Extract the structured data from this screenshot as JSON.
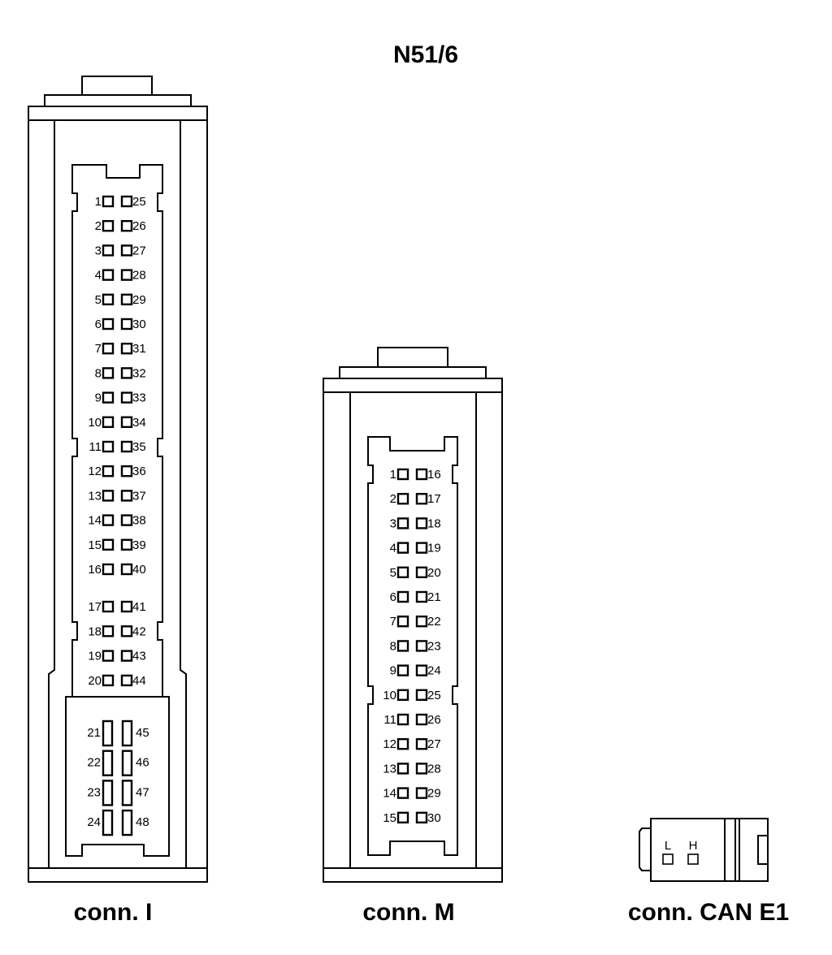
{
  "title": "N51/6",
  "connectors": {
    "i": {
      "caption": "conn. I",
      "left_pins": [
        "1",
        "2",
        "3",
        "4",
        "5",
        "6",
        "7",
        "8",
        "9",
        "10",
        "11",
        "12",
        "13",
        "14",
        "15",
        "16",
        "17",
        "18",
        "19",
        "20"
      ],
      "right_pins": [
        "25",
        "26",
        "27",
        "28",
        "29",
        "30",
        "31",
        "32",
        "33",
        "34",
        "35",
        "36",
        "37",
        "38",
        "39",
        "40",
        "41",
        "42",
        "43",
        "44"
      ],
      "power_left_pins": [
        "21",
        "22",
        "23",
        "24"
      ],
      "power_right_pins": [
        "45",
        "46",
        "47",
        "48"
      ]
    },
    "m": {
      "caption": "conn. M",
      "left_pins": [
        "1",
        "2",
        "3",
        "4",
        "5",
        "6",
        "7",
        "8",
        "9",
        "10",
        "11",
        "12",
        "13",
        "14",
        "15"
      ],
      "right_pins": [
        "16",
        "17",
        "18",
        "19",
        "20",
        "21",
        "22",
        "23",
        "24",
        "25",
        "26",
        "27",
        "28",
        "29",
        "30"
      ]
    },
    "can": {
      "caption": "conn. CAN E1",
      "pin_labels": [
        "L",
        "H"
      ]
    }
  }
}
